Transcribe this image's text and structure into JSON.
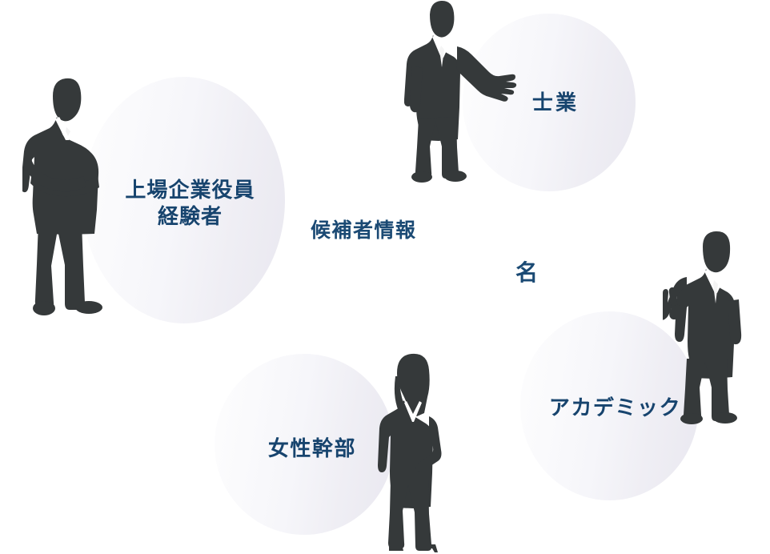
{
  "graphic": {
    "title": "候補者情報",
    "background": "transparent",
    "accent_color": "#17446e",
    "silhouette_color": "#35393a",
    "bubble_gradient_from": "#fdfdfe",
    "bubble_gradient_to": "#e9e8f0"
  },
  "stat": {
    "title": "候補者情報",
    "number": "",
    "unit": "名"
  },
  "bubbles": [
    {
      "id": "listed",
      "label": "上場企業役員\n経験者",
      "color": "#17446e"
    },
    {
      "id": "shigyo",
      "label": "士業",
      "color": "#17446e"
    },
    {
      "id": "female",
      "label": "女性幹部",
      "color": "#17446e"
    },
    {
      "id": "academic",
      "label": "アカデミック",
      "color": "#17446e"
    }
  ],
  "silhouettes": [
    {
      "id": "arms-crossed",
      "icon": "businessman-arms-crossed-silhouette"
    },
    {
      "id": "presenter",
      "icon": "businessman-presenting-silhouette"
    },
    {
      "id": "pointer",
      "icon": "businessman-pointing-up-silhouette"
    },
    {
      "id": "woman",
      "icon": "businesswoman-hand-on-hip-silhouette"
    }
  ]
}
